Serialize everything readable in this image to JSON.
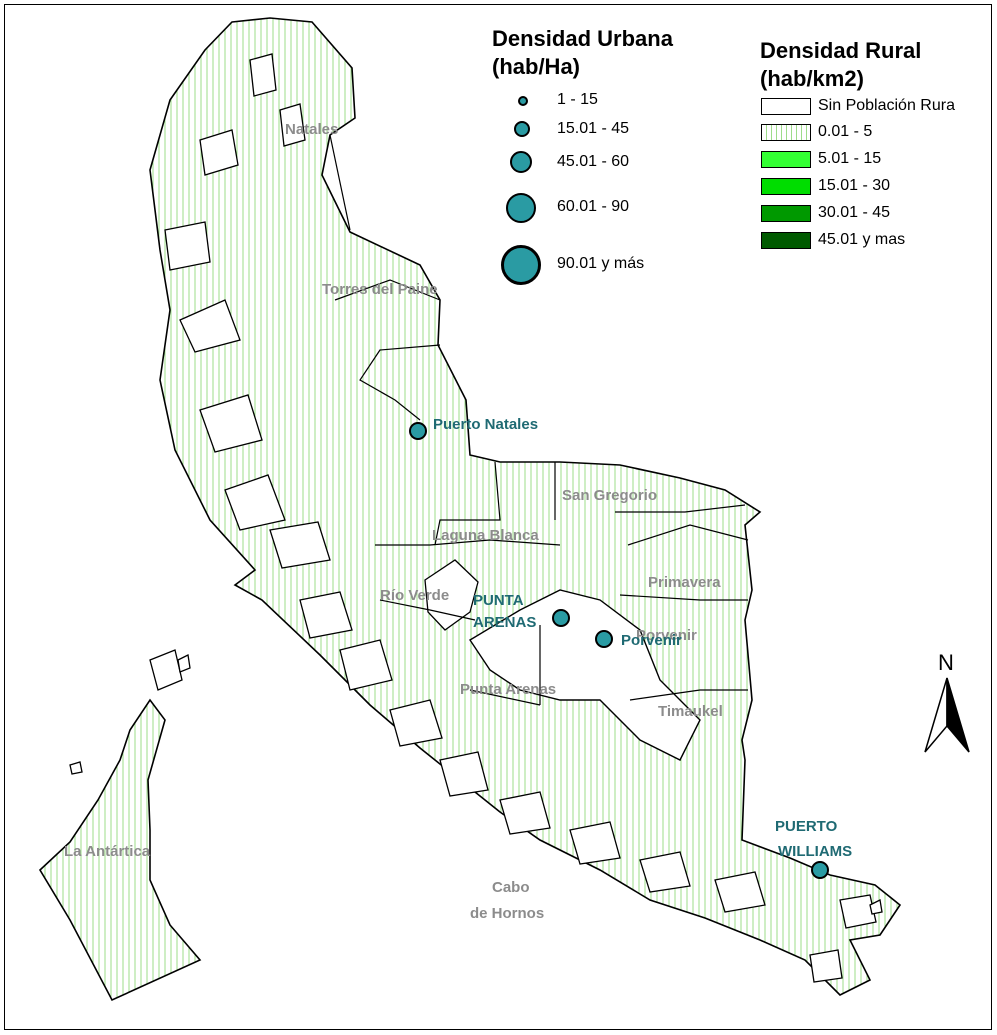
{
  "urban_legend": {
    "title_line1": "Densidad Urbana",
    "title_line2": "(hab/Ha)",
    "classes": [
      "1 - 15",
      "15.01 - 45",
      "45.01 - 60",
      "60.01 - 90",
      "90.01  y más"
    ],
    "symbol_color": "#2a9ba3"
  },
  "rural_legend": {
    "title_line1": "Densidad Rural",
    "title_line2": "(hab/km2)",
    "classes": [
      {
        "label": "Sin Población Rura",
        "color": "#ffffff",
        "pattern": "none"
      },
      {
        "label": "0.01 - 5",
        "color": "#ffffff",
        "pattern": "green-vertical-lines"
      },
      {
        "label": "5.01 - 15",
        "color": "#33ff33",
        "pattern": "none"
      },
      {
        "label": "15.01 - 30",
        "color": "#00dd00",
        "pattern": "none"
      },
      {
        "label": "30.01 - 45",
        "color": "#009900",
        "pattern": "none"
      },
      {
        "label": "45.01 y  mas",
        "color": "#005a00",
        "pattern": "none"
      }
    ]
  },
  "north_arrow": {
    "letter": "N"
  },
  "comunas": {
    "natales": "Natales",
    "torres": "Torres del Paine",
    "san_gregorio": "San Gregorio",
    "laguna_blanca": "Laguna Blanca",
    "primavera": "Primavera",
    "rio_verde": "Río Verde",
    "porvenir": "Porvenir",
    "punta_arenas": "Punta Arenas",
    "timaukel": "Timaukel",
    "antartica": "La Antártica",
    "cabo1": "Cabo",
    "cabo2": "de Hornos"
  },
  "cities": {
    "puerto_natales": "Puerto Natales",
    "punta_arenas_1": "PUNTA",
    "punta_arenas_2": "ARENAS",
    "porvenir": "Porvenir",
    "puerto_williams_1": "PUERTO",
    "puerto_williams_2": "WILLIAMS"
  }
}
